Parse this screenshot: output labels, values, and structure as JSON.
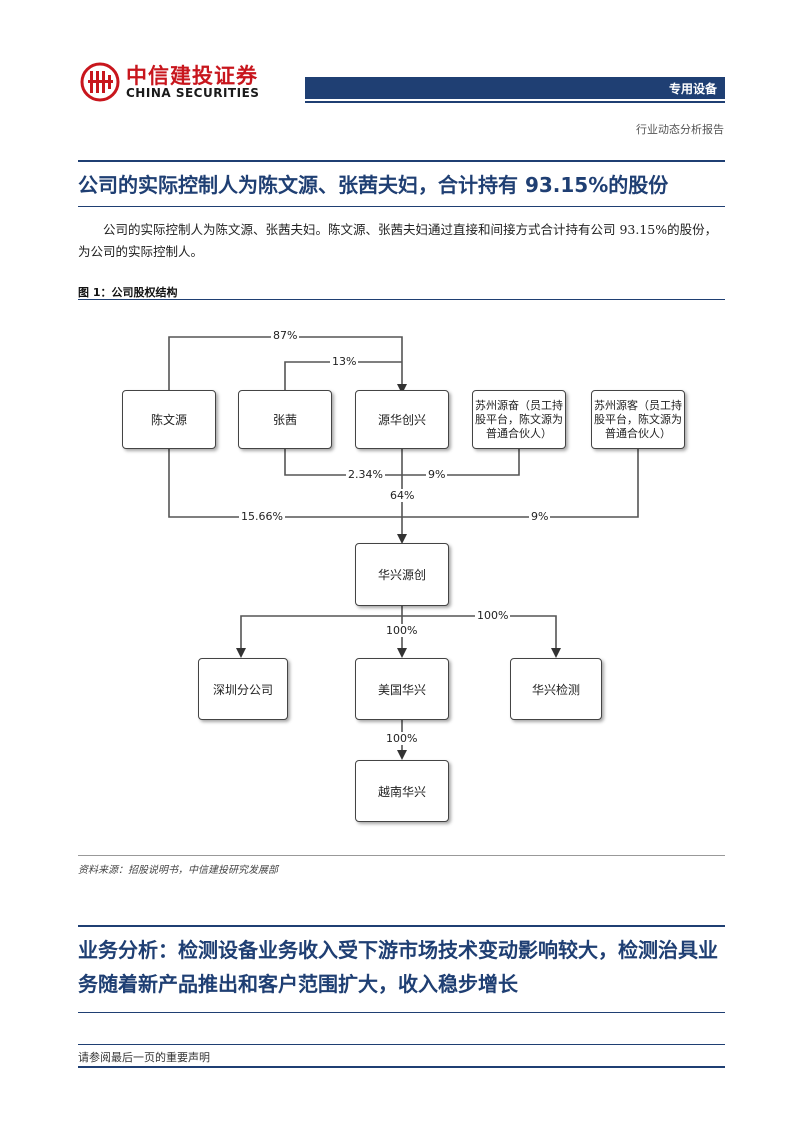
{
  "header": {
    "logo_cn": "中信建投证券",
    "logo_en": "CHINA SECURITIES",
    "sector": "专用设备",
    "report_type": "行业动态分析报告"
  },
  "section1": {
    "title": "公司的实际控制人为陈文源、张茜夫妇，合计持有 93.15%的股份",
    "paragraph": "公司的实际控制人为陈文源、张茜夫妇。陈文源、张茜夫妇通过直接和间接方式合计持有公司 93.15%的股份，为公司的实际控制人。"
  },
  "figure": {
    "title": "图 1：公司股权结构",
    "source": "资料来源：招股说明书，中信建投研究发展部",
    "nodes": {
      "chen": "陈文源",
      "zhang": "张茜",
      "yuanhua": "源华创兴",
      "sz_fen": "苏州源奋（员工持股平台，陈文源为普通合伙人）",
      "sz_ke": "苏州源客（员工持股平台，陈文源为普通合伙人）",
      "huaxing": "华兴源创",
      "shenzhen": "深圳分公司",
      "usa": "美国华兴",
      "jiance": "华兴检测",
      "vietnam": "越南华兴"
    },
    "edges": {
      "chen_to_yuanhua": "87%",
      "zhang_to_yuanhua": "13%",
      "zhang_to_huaxing": "2.34%",
      "szfen_to_huaxing": "9%",
      "yuanhua_to_huaxing": "64%",
      "chen_to_huaxing": "15.66%",
      "szke_to_huaxing": "9%",
      "huaxing_to_subs": "100%",
      "huaxing_to_jiance": "100%",
      "usa_to_vietnam": "100%"
    }
  },
  "section2": {
    "title": "业务分析：检测设备业务收入受下游市场技术变动影响较大，检测治具业务随着新产品推出和客户范围扩大，收入稳步增长"
  },
  "footer": {
    "note": "请参阅最后一页的重要声明"
  }
}
